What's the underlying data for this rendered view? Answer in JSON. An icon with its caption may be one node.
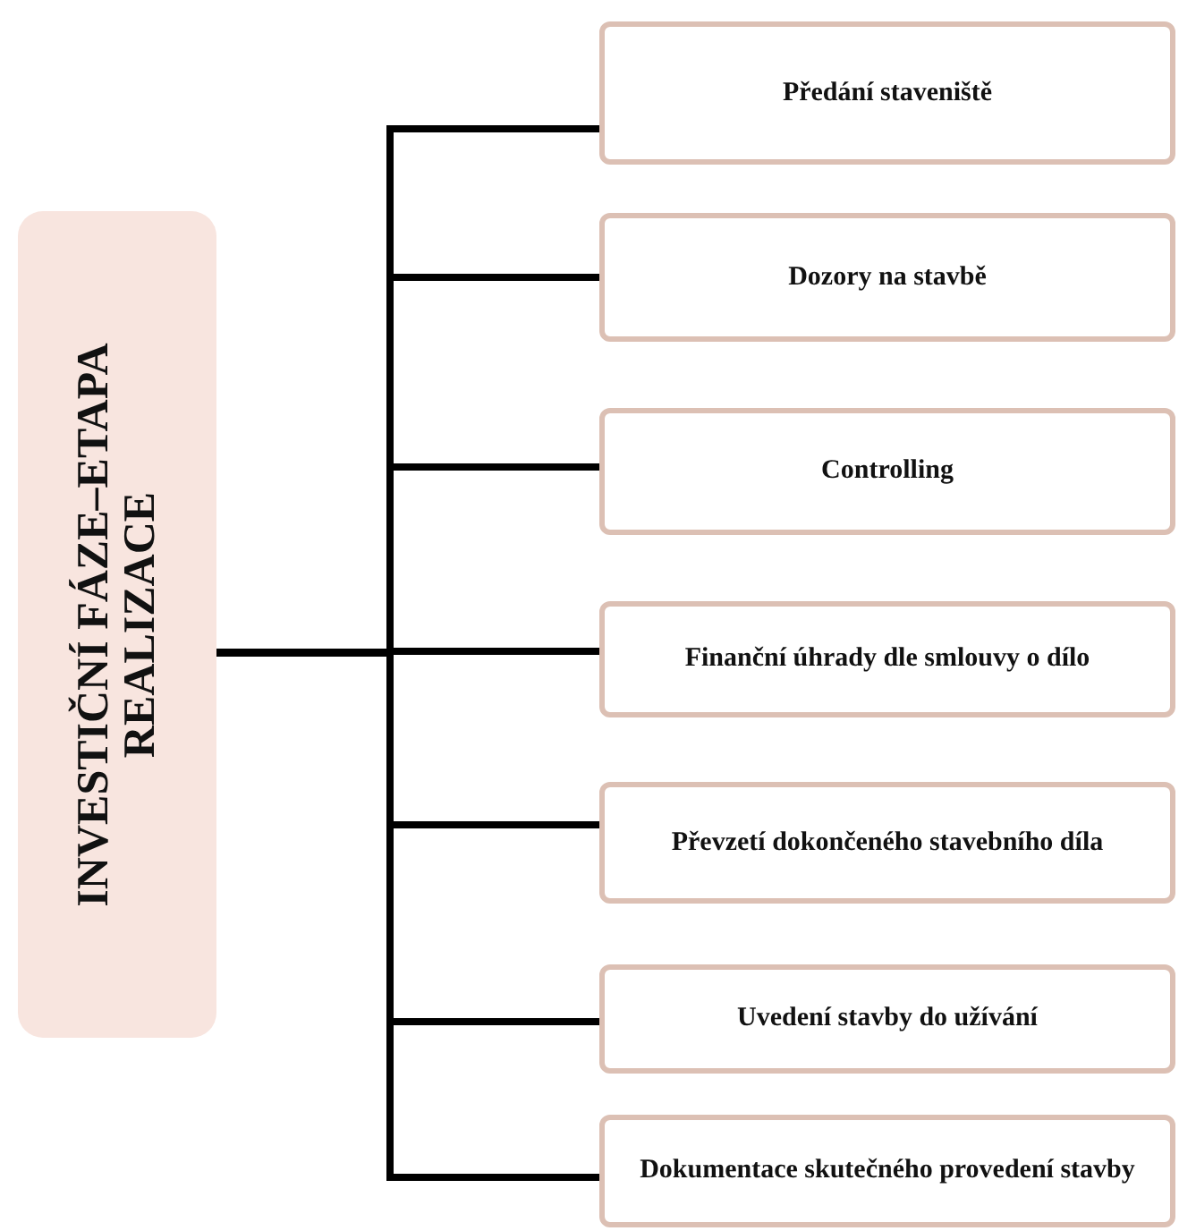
{
  "diagram": {
    "nodes": [
      {
        "text": [
          "INVESTIČNÍ FÁZE–ETAPA REALIZACE"
        ]
      },
      {
        "text": [
          "Předání staveniště"
        ]
      },
      {
        "text": [
          "Dozory na stavbě"
        ]
      },
      {
        "text": [
          "Controlling"
        ]
      },
      {
        "text": [
          "Finanční úhrady dle smlouvy o dílo"
        ]
      },
      {
        "text": [
          "Převzetí dokončeného stavebního díla"
        ]
      },
      {
        "text": [
          "Uvedení stavby do užívání"
        ]
      },
      {
        "text": [
          "Dokumentace skutečného provedení stavby"
        ]
      }
    ],
    "edges": [
      {
        "from": 0,
        "to": 1,
        "arrow": "none"
      },
      {
        "from": 0,
        "to": 2,
        "arrow": "none"
      },
      {
        "from": 0,
        "to": 3,
        "arrow": "none"
      },
      {
        "from": 0,
        "to": 4,
        "arrow": "none"
      },
      {
        "from": 0,
        "to": 5,
        "arrow": "none"
      },
      {
        "from": 0,
        "to": 6,
        "arrow": "none"
      },
      {
        "from": 0,
        "to": 7,
        "arrow": "none"
      }
    ]
  }
}
